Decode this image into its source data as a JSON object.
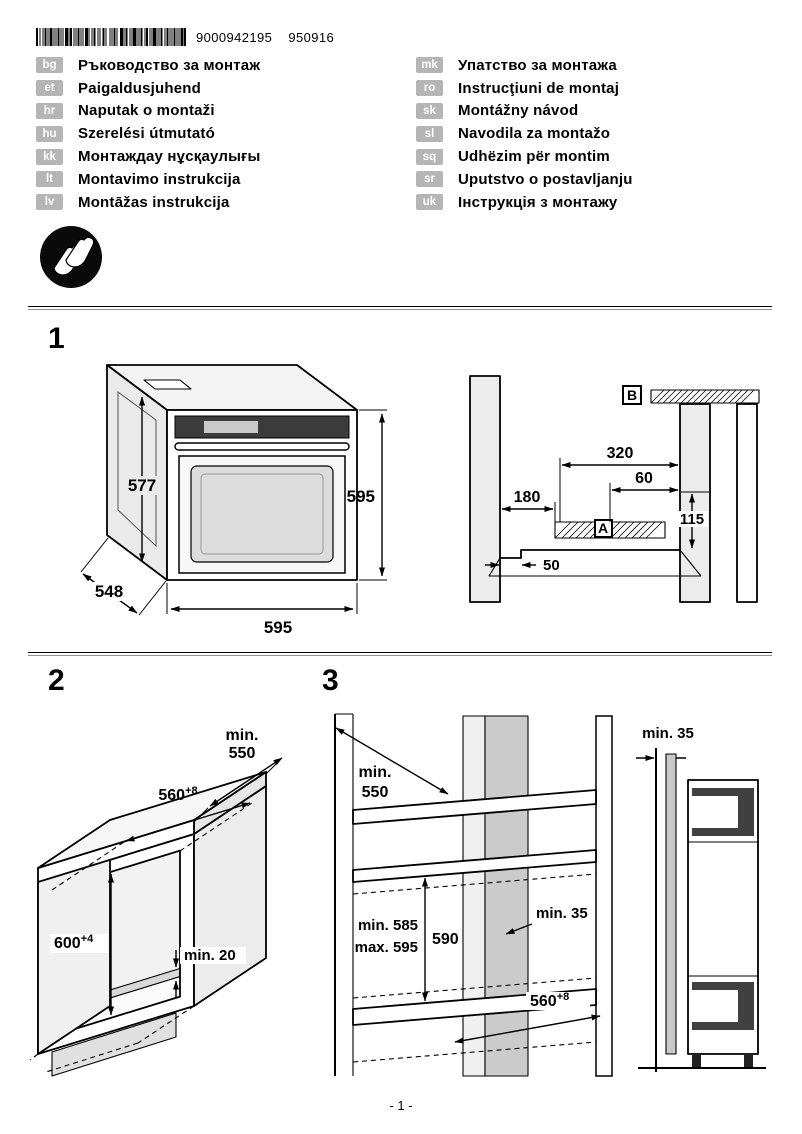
{
  "header": {
    "barcode_number": "9000942195",
    "doc_code": "950916"
  },
  "languages": {
    "left": [
      {
        "code": "bg",
        "title": "Ръководство за монтаж"
      },
      {
        "code": "et",
        "title": "Paigaldusjuhend"
      },
      {
        "code": "hr",
        "title": "Naputak o montaži"
      },
      {
        "code": "hu",
        "title": "Szerelési útmutató"
      },
      {
        "code": "kk",
        "title": "Монтаждау нұсқаулығы"
      },
      {
        "code": "lt",
        "title": "Montavimo instrukcija"
      },
      {
        "code": "lv",
        "title": "Montāžas instrukcija"
      }
    ],
    "right": [
      {
        "code": "mk",
        "title": "Упатство за монтажа"
      },
      {
        "code": "ro",
        "title": "Instrucţiuni de montaj"
      },
      {
        "code": "sk",
        "title": "Montážny návod"
      },
      {
        "code": "sl",
        "title": "Navodila za montažo"
      },
      {
        "code": "sq",
        "title": "Udhëzim për montim"
      },
      {
        "code": "sr",
        "title": "Uputstvo o postavljanju"
      },
      {
        "code": "uk",
        "title": "Інструкція з монтажу"
      }
    ]
  },
  "figure1": {
    "label": "1",
    "dim_height": "595",
    "dim_body_height": "577",
    "dim_depth": "548",
    "dim_width": "595",
    "detail_b": "B",
    "dim_320": "320",
    "dim_60": "60",
    "dim_180": "180",
    "area_a": "A",
    "dim_115": "115",
    "dim_50": "50"
  },
  "figure2": {
    "label": "2",
    "depth_min_line1": "min.",
    "depth_min_line2": "550",
    "width_value": "560",
    "width_tol": "+8",
    "height_value": "600",
    "height_tol": "+4",
    "rear_gap": "min. 20"
  },
  "figure3": {
    "label": "3",
    "depth_min_line1": "min.",
    "depth_min_line2": "550",
    "height_min": "min. 585",
    "height_max": "max. 595",
    "niche_height": "590",
    "side_gap": "min. 35",
    "width_value": "560",
    "width_tol": "+8",
    "wall_gap": "min. 35"
  },
  "footer": {
    "page_number": "- 1 -"
  }
}
